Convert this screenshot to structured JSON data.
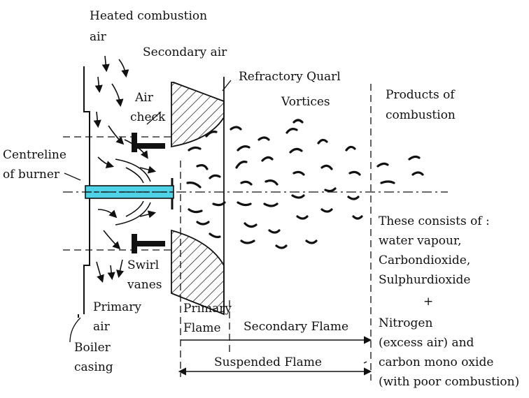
{
  "colors": {
    "ink": "#111111",
    "burner_pipe": "#4fd2e6",
    "background": "#ffffff"
  },
  "labels": {
    "heated_air_1": "Heated combustion",
    "heated_air_2": "air",
    "secondary_air": "Secondary air",
    "refractory_quarl": "Refractory Quarl",
    "vortices": "Vortices",
    "products_1": "Products of",
    "products_2": "combustion",
    "air_check_1": "Air",
    "air_check_2": "check",
    "centreline_1": "Centreline",
    "centreline_2": "of burner",
    "swirl_1": "Swirl",
    "swirl_2": "vanes",
    "primary_air_1": "Primary",
    "primary_air_2": "air",
    "boiler_1": "Boiler",
    "boiler_2": "casing",
    "primary_flame_1": "Primary",
    "primary_flame_2": "Flame",
    "secondary_flame": "Secondary Flame",
    "suspended_flame": "Suspended Flame"
  },
  "composition": {
    "heading": "These consists of :",
    "lines": [
      "water vapour,",
      "Carbondioxide,",
      "Sulphurdioxide",
      "+",
      "Nitrogen",
      "(excess air) and",
      "carbon mono oxide",
      "(with poor combustion)"
    ]
  }
}
